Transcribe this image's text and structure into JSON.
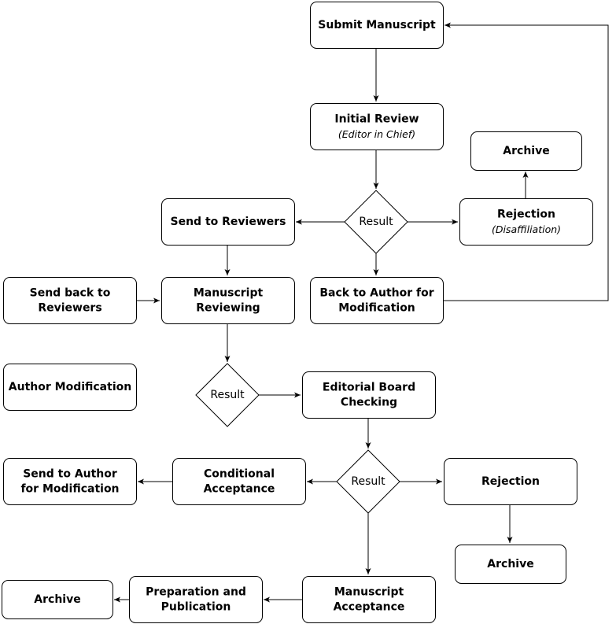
{
  "nodes": {
    "submit": {
      "lines": [
        "Submit Manuscript"
      ]
    },
    "initial_review": {
      "lines": [
        "Initial Review"
      ],
      "sub": "(Editor in Chief)"
    },
    "archive_top": {
      "lines": [
        "Archive"
      ]
    },
    "send_reviewers": {
      "lines": [
        "Send to Reviewers"
      ]
    },
    "result1": {
      "lines": [
        "Result"
      ]
    },
    "rejection_top": {
      "lines": [
        "Rejection"
      ],
      "sub": "(Disaffiliation)"
    },
    "send_back_reviewers": {
      "lines": [
        "Send back to",
        "Reviewers"
      ]
    },
    "manuscript_reviewing": {
      "lines": [
        "Manuscript",
        "Reviewing"
      ]
    },
    "back_to_author": {
      "lines": [
        "Back to Author for",
        "Modification"
      ]
    },
    "author_modification": {
      "lines": [
        "Author Modification"
      ]
    },
    "result2": {
      "lines": [
        "Result"
      ]
    },
    "editorial_board": {
      "lines": [
        "Editorial Board",
        "Checking"
      ]
    },
    "send_author_mod": {
      "lines": [
        "Send to Author",
        "for Modification"
      ]
    },
    "conditional_acceptance": {
      "lines": [
        "Conditional",
        "Acceptance"
      ]
    },
    "result3": {
      "lines": [
        "Result"
      ]
    },
    "rejection_bottom": {
      "lines": [
        "Rejection"
      ]
    },
    "archive_mid": {
      "lines": [
        "Archive"
      ]
    },
    "archive_bottom": {
      "lines": [
        "Archive"
      ]
    },
    "preparation": {
      "lines": [
        "Preparation and",
        "Publication"
      ]
    },
    "manuscript_acceptance": {
      "lines": [
        "Manuscript",
        "Acceptance"
      ]
    }
  }
}
